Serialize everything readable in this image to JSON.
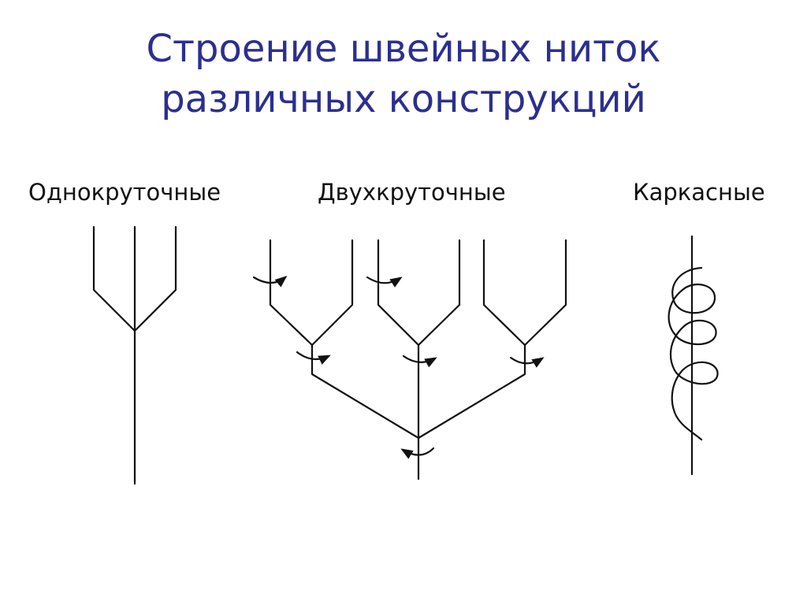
{
  "slide": {
    "title_line1": "Строение швейных ниток",
    "title_line2": "различных конструкций",
    "title_color": "#2b2f8f"
  },
  "columns": [
    {
      "label": "Однокруточные"
    },
    {
      "label": "Двухкруточные"
    },
    {
      "label": "Каркасные"
    }
  ]
}
